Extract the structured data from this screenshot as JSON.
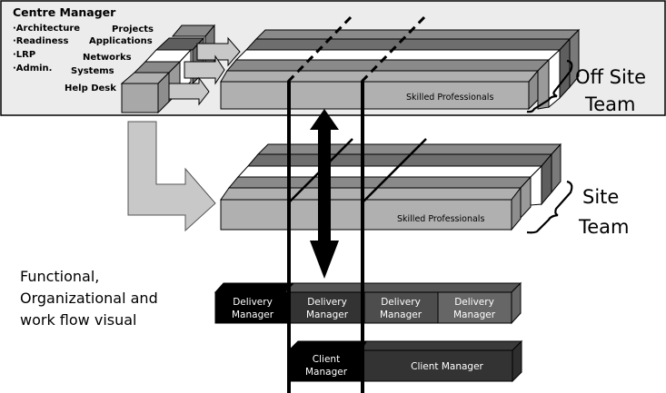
{
  "offsite_panel": {
    "title": "Centre Manager",
    "bullets": [
      "·Architecture",
      "·Readiness",
      "·LRP",
      "·Admin."
    ],
    "stack_labels": [
      "Projects",
      "Applications",
      "Networks",
      "Systems",
      "Help Desk"
    ],
    "bar_label": "Skilled Professionals",
    "team_label_line1": "Off Site",
    "team_label_line2": "Team"
  },
  "site": {
    "bar_label": "Skilled Professionals",
    "team_label_line1": "Site",
    "team_label_line2": "Team"
  },
  "caption": {
    "line1": "Functional,",
    "line2": "Organizational and",
    "line3": "work flow visual"
  },
  "delivery_managers": [
    {
      "line1": "Delivery",
      "line2": "Manager",
      "color": "#000000"
    },
    {
      "line1": "Delivery",
      "line2": "Manager",
      "color": "#333333"
    },
    {
      "line1": "Delivery",
      "line2": "Manager",
      "color": "#4d4d4d"
    },
    {
      "line1": "Delivery",
      "line2": "Manager",
      "color": "#666666"
    }
  ],
  "client_managers": [
    {
      "line1": "Client",
      "line2": "Manager",
      "color": "#000000"
    },
    {
      "label": "Client Manager",
      "color": "#333333"
    }
  ],
  "colors": {
    "panel_bg": "#ececec",
    "bar_dark": "#6e6e6e",
    "bar_mid": "#8a8a8a",
    "bar_light": "#b4b4b4",
    "arrow_fill": "#c8c8c8"
  }
}
